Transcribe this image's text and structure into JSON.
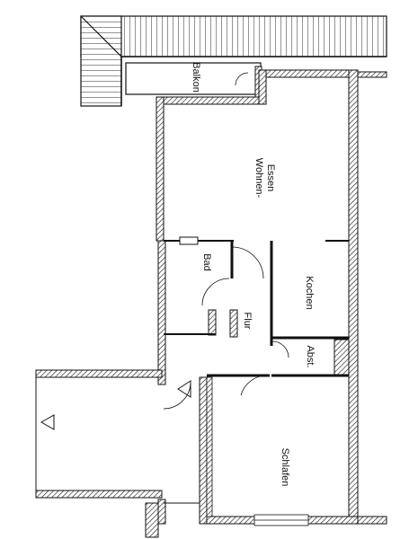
{
  "rooms": {
    "balkon": "Balkon",
    "wohnen_line1": "Wohnen-",
    "wohnen_line2": "Essen",
    "bad": "Bad",
    "kochen": "Kochen",
    "flur": "Flur",
    "abst": "Abst.",
    "schlafen": "Schlafen"
  }
}
